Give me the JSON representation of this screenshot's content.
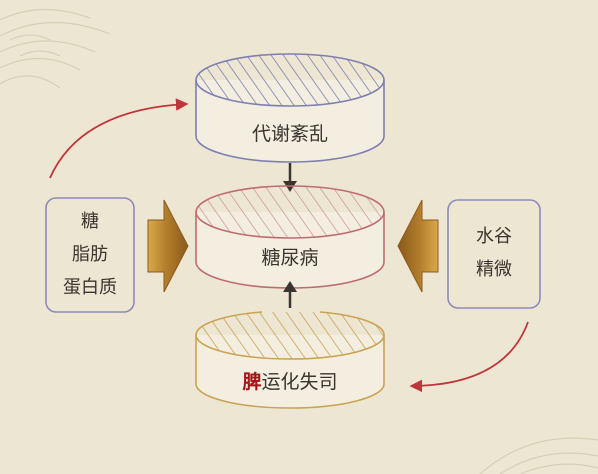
{
  "diagram": {
    "top_disc": {
      "label": "代谢紊乱"
    },
    "middle_disc": {
      "label": "糖尿病"
    },
    "bottom_disc": {
      "label_highlight": "脾",
      "label_rest": "运化失司"
    },
    "left_box": {
      "lines": [
        "糖",
        "脂肪",
        "蛋白质"
      ]
    },
    "right_box": {
      "lines": [
        "水谷",
        "精微"
      ]
    }
  },
  "colors": {
    "background": "#ede6d2",
    "top_disc_stroke": "#7d7fb0",
    "middle_disc_stroke": "#c06b72",
    "bottom_disc_stroke": "#caa254",
    "box_stroke": "#8c8bb8",
    "red_arrow": "#c0353d",
    "gold_arrow": "#b07a2a",
    "highlight_text": "#a3151b"
  }
}
